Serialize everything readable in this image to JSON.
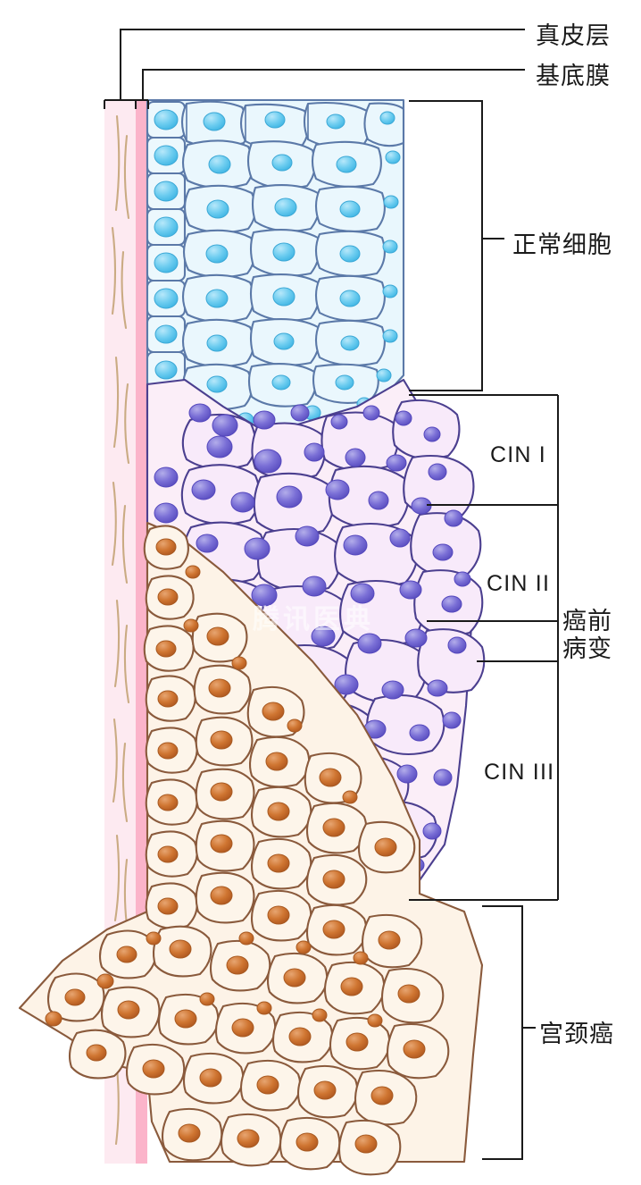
{
  "diagram": {
    "title_labels": {
      "dermis": "真皮层",
      "basement_membrane": "基底膜",
      "normal_cells": "正常细胞",
      "cin1": "CIN I",
      "cin2": "CIN II",
      "cin3": "CIN III",
      "precancer_line1": "癌前",
      "precancer_line2": "病变",
      "cervical_cancer": "宫颈癌"
    },
    "watermark": "腾讯医典",
    "colors": {
      "dermis_fill": "#fce4ec",
      "basement_fill": "#fbb9cd",
      "normal_cell_fill": "#eaf6fc",
      "normal_cell_stroke": "#5b79a8",
      "normal_nucleus": "#5ec9ef",
      "cin_cell_fill": "#fbeef8",
      "cin_cell_stroke": "#4b3f8f",
      "cin_nucleus": "#6d63cf",
      "cancer_cell_fill": "#fdf3e6",
      "cancer_cell_stroke": "#8a5a3c",
      "cancer_nucleus": "#c96a2e",
      "leader_line": "#1a1a1a",
      "fiber": "#c8a87e"
    },
    "regions": [
      {
        "name": "dermis",
        "label": "真皮层",
        "order": 1
      },
      {
        "name": "basement-membrane",
        "label": "基底膜",
        "order": 2
      },
      {
        "name": "normal-epithelium",
        "label": "正常细胞",
        "order": 3
      },
      {
        "name": "cin-1",
        "label": "CIN I",
        "order": 4
      },
      {
        "name": "cin-2",
        "label": "CIN II",
        "order": 5
      },
      {
        "name": "cin-3",
        "label": "CIN III",
        "order": 6
      },
      {
        "name": "carcinoma",
        "label": "宫颈癌",
        "order": 7
      }
    ]
  }
}
